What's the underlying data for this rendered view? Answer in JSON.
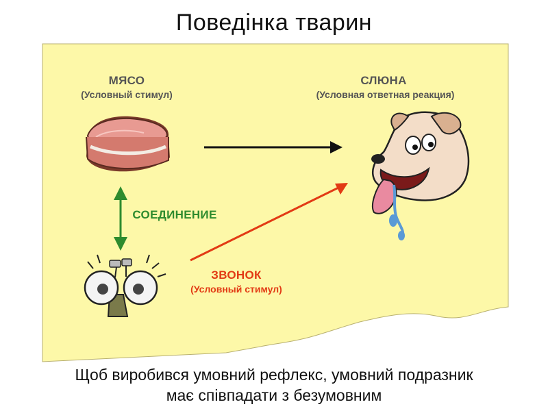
{
  "title": "Поведінка тварин",
  "diagram": {
    "meat": {
      "label": "МЯСО",
      "sublabel": "(Условный стимул)",
      "icon": "meat-steak-icon"
    },
    "saliva": {
      "label": "СЛЮНА",
      "sublabel": "(Условная ответная реакция)",
      "icon": "dog-head-icon"
    },
    "connection": {
      "label": "СОЕДИНЕНИЕ",
      "color": "#2e8b2e"
    },
    "bell": {
      "label": "ЗВОНОК",
      "sublabel": "(Условный стимул)",
      "icon": "ringing-bell-face-icon",
      "color": "#e23a14"
    },
    "background_color": "#fdf8a8",
    "label_color": "#555555"
  },
  "caption": {
    "line1": "Щоб виробився умовний рефлекс, умовний подразник",
    "line2": "має співпадати з безумовним"
  }
}
